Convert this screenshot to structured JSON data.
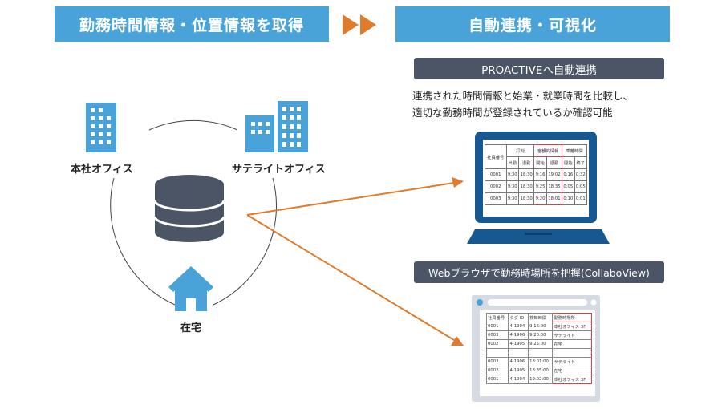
{
  "header": {
    "left_title": "勤務時間情報・位置情報を取得",
    "right_title": "自動連携・可視化"
  },
  "places": {
    "headquarters": "本社オフィス",
    "satellite": "サテライトオフィス",
    "home": "在宅"
  },
  "proactive": {
    "title": "PROACTIVEへ自動連携",
    "description_line1": "連携された時間情報と始業・就業時間を比較し、",
    "description_line2": "適切な勤務時間が登録されているか確認可能"
  },
  "laptop_table": {
    "headers_top": [
      "社員番号",
      "打刻",
      "客観的情報",
      "乖離時間"
    ],
    "headers_sub": [
      "出勤",
      "退勤",
      "開始",
      "退勤",
      "開始",
      "終了"
    ],
    "rows": [
      [
        "0001",
        "9:30",
        "18:30",
        "9:16",
        "19:02",
        "0:16",
        "0:32"
      ],
      [
        "0002",
        "9:30",
        "18:30",
        "9:25",
        "18:35",
        "0:05",
        "0:05"
      ],
      [
        "0003",
        "9:30",
        "18:30",
        "9:20",
        "18:01",
        "0:10",
        "0:01"
      ]
    ]
  },
  "browser_section": {
    "title": "Webブラウザで勤務時場所を把握(CollaboView)"
  },
  "browser_table": {
    "headers": [
      "社員番号",
      "タグ ID",
      "検知時間",
      "勤務時場所"
    ],
    "rows": [
      [
        "0001",
        "4-1904",
        "9:16:00",
        "本社オフィス 3F"
      ],
      [
        "0003",
        "4-1906",
        "9:20:00",
        "サテライト"
      ],
      [
        "0002",
        "4-1905",
        "9:25:00",
        "在宅"
      ],
      [
        "",
        "",
        "",
        ""
      ],
      [
        "0003",
        "4-1906",
        "18:01:00",
        "サテライト"
      ],
      [
        "0002",
        "4-1905",
        "18:35:00",
        "在宅"
      ],
      [
        "0001",
        "4-1904",
        "19:02:00",
        "本社オフィス 3F"
      ]
    ]
  },
  "colors": {
    "banner": "#4aa3d8",
    "arrow": "#e07b2c",
    "icon_blue": "#4aa3d8",
    "pill": "#4b5565",
    "laptop": "#16588f",
    "database": "#4b5565",
    "highlight": "#e03c4a"
  },
  "icons": {
    "headquarters": "office-building-icon",
    "satellite": "satellite-office-icon",
    "database": "database-icon",
    "home": "house-icon",
    "laptop": "laptop-icon",
    "browser": "browser-window-icon"
  }
}
